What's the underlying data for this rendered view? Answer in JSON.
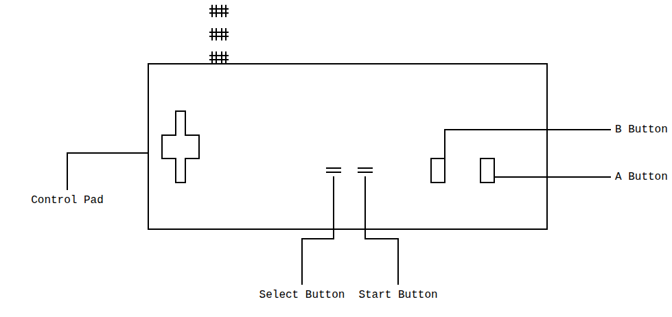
{
  "diagram": {
    "labels": [
      "B Button",
      "A Button",
      "Control Pad",
      "Select Button",
      "Start Button"
    ]
  }
}
